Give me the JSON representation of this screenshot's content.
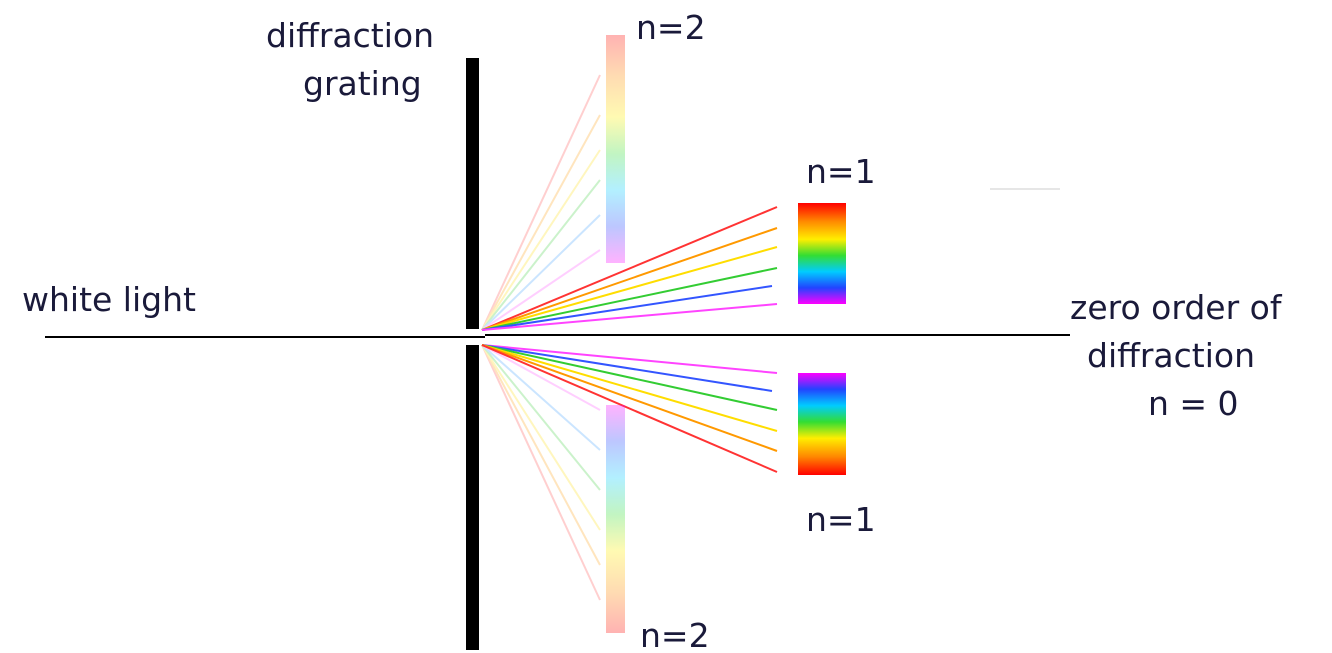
{
  "labels": {
    "grating_line1": "diffraction",
    "grating_line2": "grating",
    "white_light": "white light",
    "zero_line1": "zero order of",
    "zero_line2": "diffraction",
    "zero_line3": "n = 0",
    "n1_upper": "n=1",
    "n1_lower": "n=1",
    "n2_upper": "n=2",
    "n2_lower": "n=2"
  },
  "colors": {
    "ink": "#1a1a3a",
    "grating": "#000000",
    "beam": "#000000",
    "spectrum": [
      "#ff0000",
      "#ff8800",
      "#ffff00",
      "#00cc00",
      "#00ccff",
      "#0000ff",
      "#ff00ff"
    ]
  }
}
